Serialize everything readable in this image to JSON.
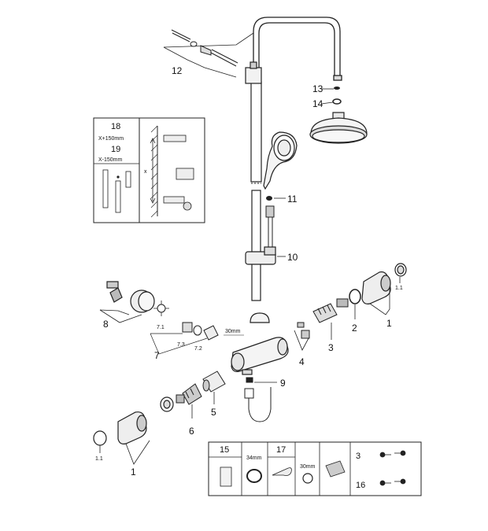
{
  "callouts": {
    "c1_right": "1",
    "c1_1_right": "1.1",
    "c1_left": "1",
    "c1_1_left": "1.1",
    "c2": "2",
    "c3": "3",
    "c4": "4",
    "c5": "5",
    "c6": "6",
    "c7": "7",
    "c7_1": "7.1",
    "c7_2": "7.2",
    "c7_3": "7.3",
    "c8": "8",
    "c9": "9",
    "c10": "10",
    "c11": "11",
    "c12": "12",
    "c13": "13",
    "c14": "14"
  },
  "dims": {
    "pipe_30": "30mm"
  },
  "inset_box": {
    "item_18": "18",
    "label_18": "X+150mm",
    "item_19": "19",
    "label_19": "X-150mm",
    "x_mark": "x"
  },
  "tool_strip": {
    "item_15": "15",
    "item_17": "17",
    "dim_34": "34mm",
    "dim_30": "30mm",
    "item_3": "3",
    "item_16": "16"
  }
}
